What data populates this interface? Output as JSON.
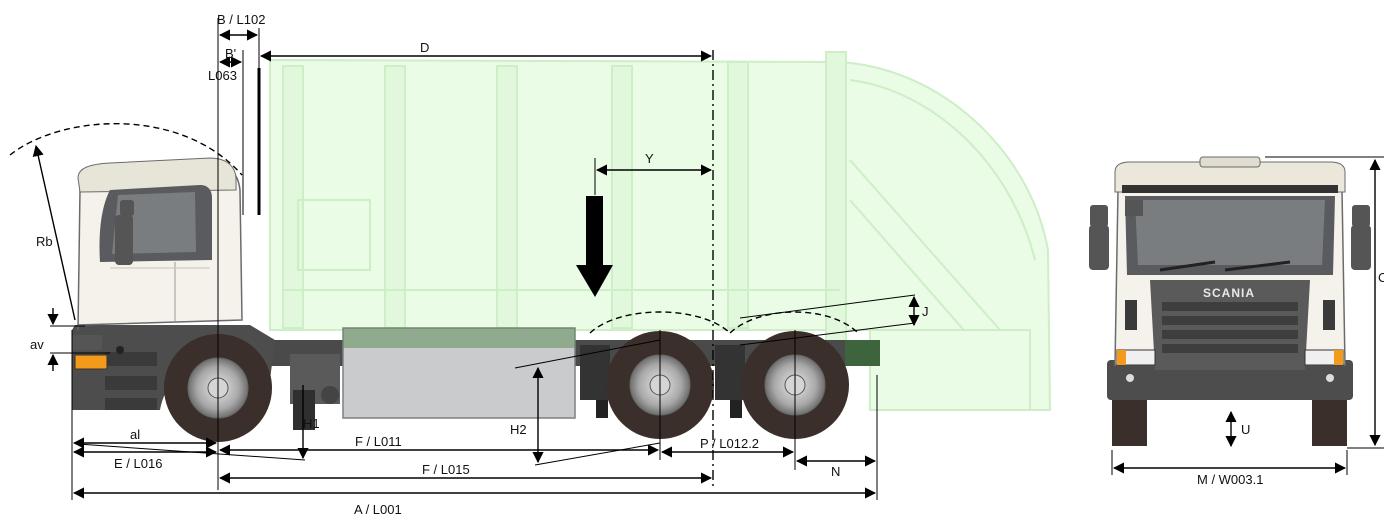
{
  "labels": {
    "b_l102": "B / L102",
    "b_prime": "B'",
    "l063": "L063",
    "d": "D",
    "y": "Y",
    "rb": "Rb",
    "av": "av",
    "j": "J",
    "h1": "H1",
    "h2": "H2",
    "al": "al",
    "e_l016": "E / L016",
    "f_l011": "F / L011",
    "f_l015": "F / L015",
    "p_l0122": "P / L012.2",
    "n": "N",
    "a_l001": "A / L001",
    "u": "U",
    "m_w0031": "M / W003.1",
    "c": "C"
  },
  "brand": {
    "grille_badge": "SCANIA"
  },
  "colors": {
    "body_ghost": "#eafbe6",
    "cab": "#f4f2ea",
    "chassis": "#4a4a4a",
    "tank": "#c9cbcc",
    "tire": "#3a2f2a",
    "lamp": "#f39a1a"
  }
}
